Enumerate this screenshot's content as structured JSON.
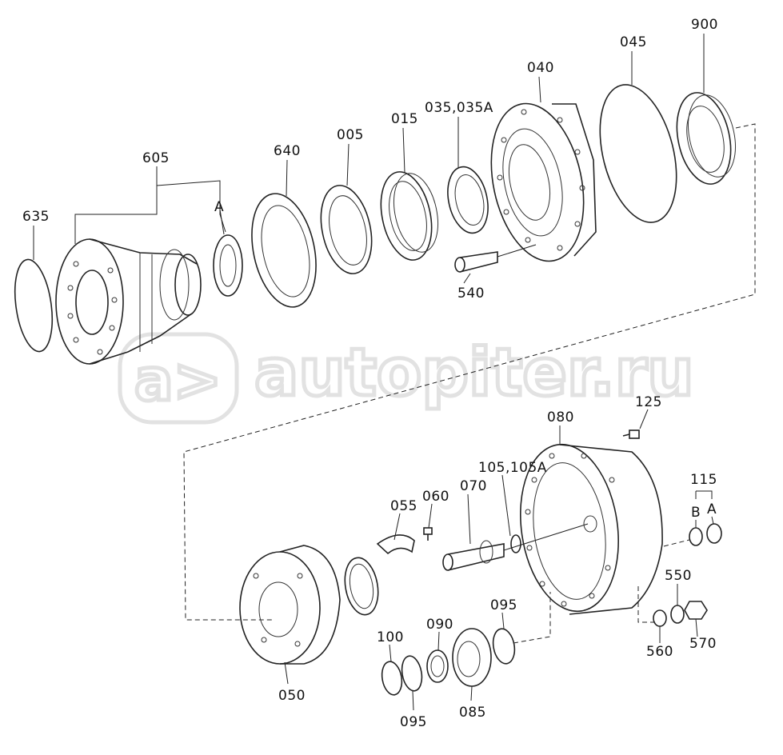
{
  "watermark": {
    "text": "autopiter.ru",
    "logo_text": "a>"
  },
  "callouts": {
    "p635": "635",
    "p605": "605",
    "pA_top": "A",
    "p640": "640",
    "p005": "005",
    "p015": "015",
    "p035": "035,035A",
    "p040": "040",
    "p045": "045",
    "p900": "900",
    "p540": "540",
    "p125": "125",
    "p080": "080",
    "p115": "115",
    "pB": "B",
    "pA_bottom": "A",
    "p105": "105,105A",
    "p070": "070",
    "p055": "055",
    "p060": "060",
    "p550": "550",
    "p560": "560",
    "p570": "570",
    "p095_a": "095",
    "p090": "090",
    "p100": "100",
    "p095_b": "095",
    "p085": "085",
    "p050": "050"
  }
}
